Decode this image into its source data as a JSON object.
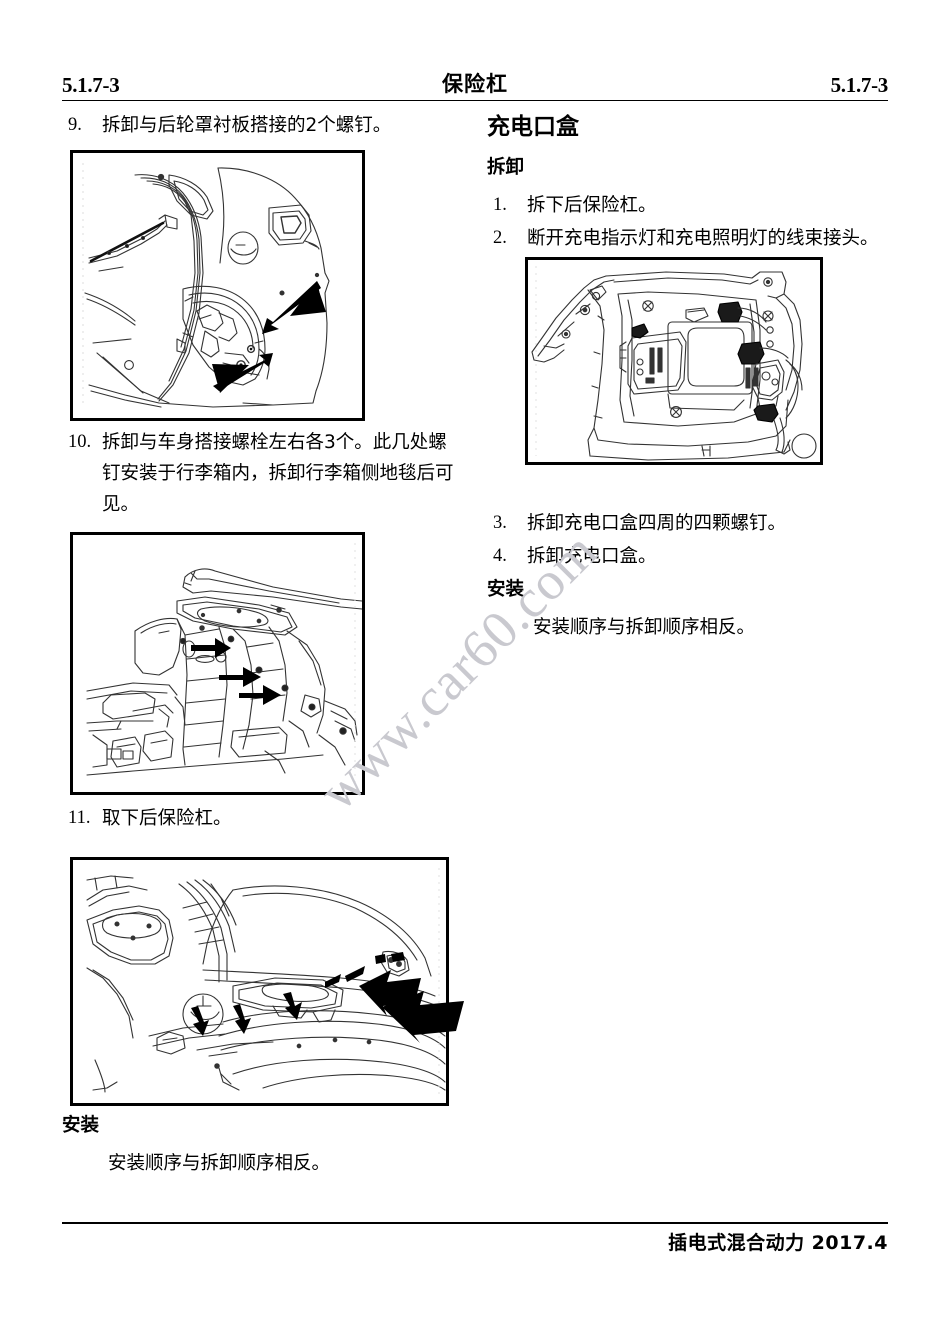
{
  "header": {
    "left_code": "5.1.7-3",
    "title": "保险杠",
    "right_code": "5.1.7-3"
  },
  "footer": {
    "text": "插电式混合动力 2017.4"
  },
  "watermark": {
    "text": "www.car60.com",
    "color": "#c9c9cf"
  },
  "left_column": {
    "steps": [
      {
        "num": "9.",
        "text": "拆卸与后轮罩衬板搭接的2个螺钉。"
      },
      {
        "num": "10.",
        "text": "拆卸与车身搭接螺栓左右各3个。此几处螺钉安装于行李箱内，拆卸行李箱侧地毯后可见。"
      },
      {
        "num": "11.",
        "text": "取下后保险杠。"
      }
    ],
    "install_heading": "安装",
    "install_text": "安装顺序与拆卸顺序相反。",
    "figures": [
      {
        "name": "rear-wheel-arch-liner-screws",
        "caption": ""
      },
      {
        "name": "trunk-interior-body-bolts",
        "caption": ""
      },
      {
        "name": "rear-bumper-removal",
        "caption": ""
      }
    ]
  },
  "right_column": {
    "section_heading": "充电口盒",
    "remove_heading": "拆卸",
    "steps": [
      {
        "num": "1.",
        "text": "拆下后保险杠。"
      },
      {
        "num": "2.",
        "text": "断开充电指示灯和充电照明灯的线束接头。"
      },
      {
        "num": "3.",
        "text": "拆卸充电口盒四周的四颗螺钉。"
      },
      {
        "num": "4.",
        "text": "拆卸充电口盒。"
      }
    ],
    "install_heading": "安装",
    "install_text": "安装顺序与拆卸顺序相反。",
    "figures": [
      {
        "name": "charging-port-box-harness",
        "caption": ""
      }
    ]
  }
}
